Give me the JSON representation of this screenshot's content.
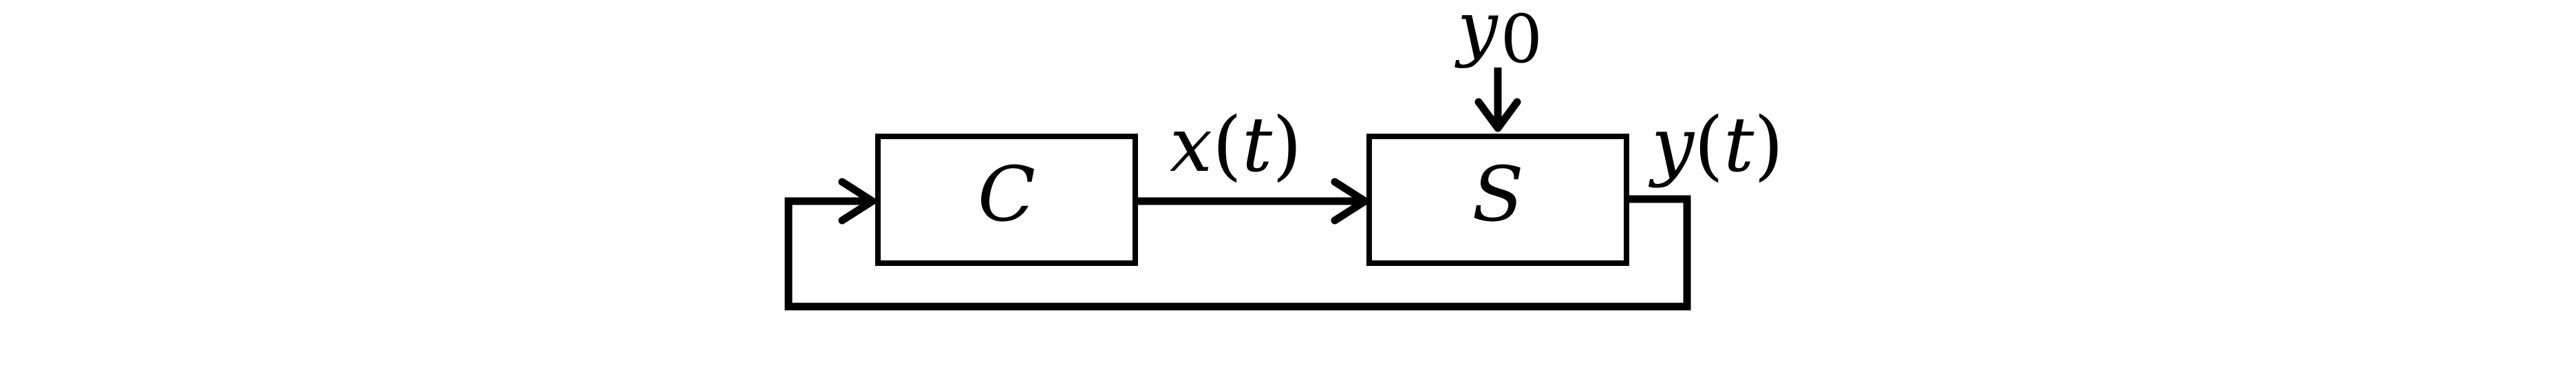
{
  "blocks": {
    "controller": "C",
    "system": "S"
  },
  "signals": {
    "control": {
      "var": "x",
      "open": "(",
      "arg": "t",
      "close": ")"
    },
    "output": {
      "var": "y",
      "open": "(",
      "arg": "t",
      "close": ")"
    },
    "setpoint": {
      "var": "y",
      "sub": "0"
    }
  }
}
